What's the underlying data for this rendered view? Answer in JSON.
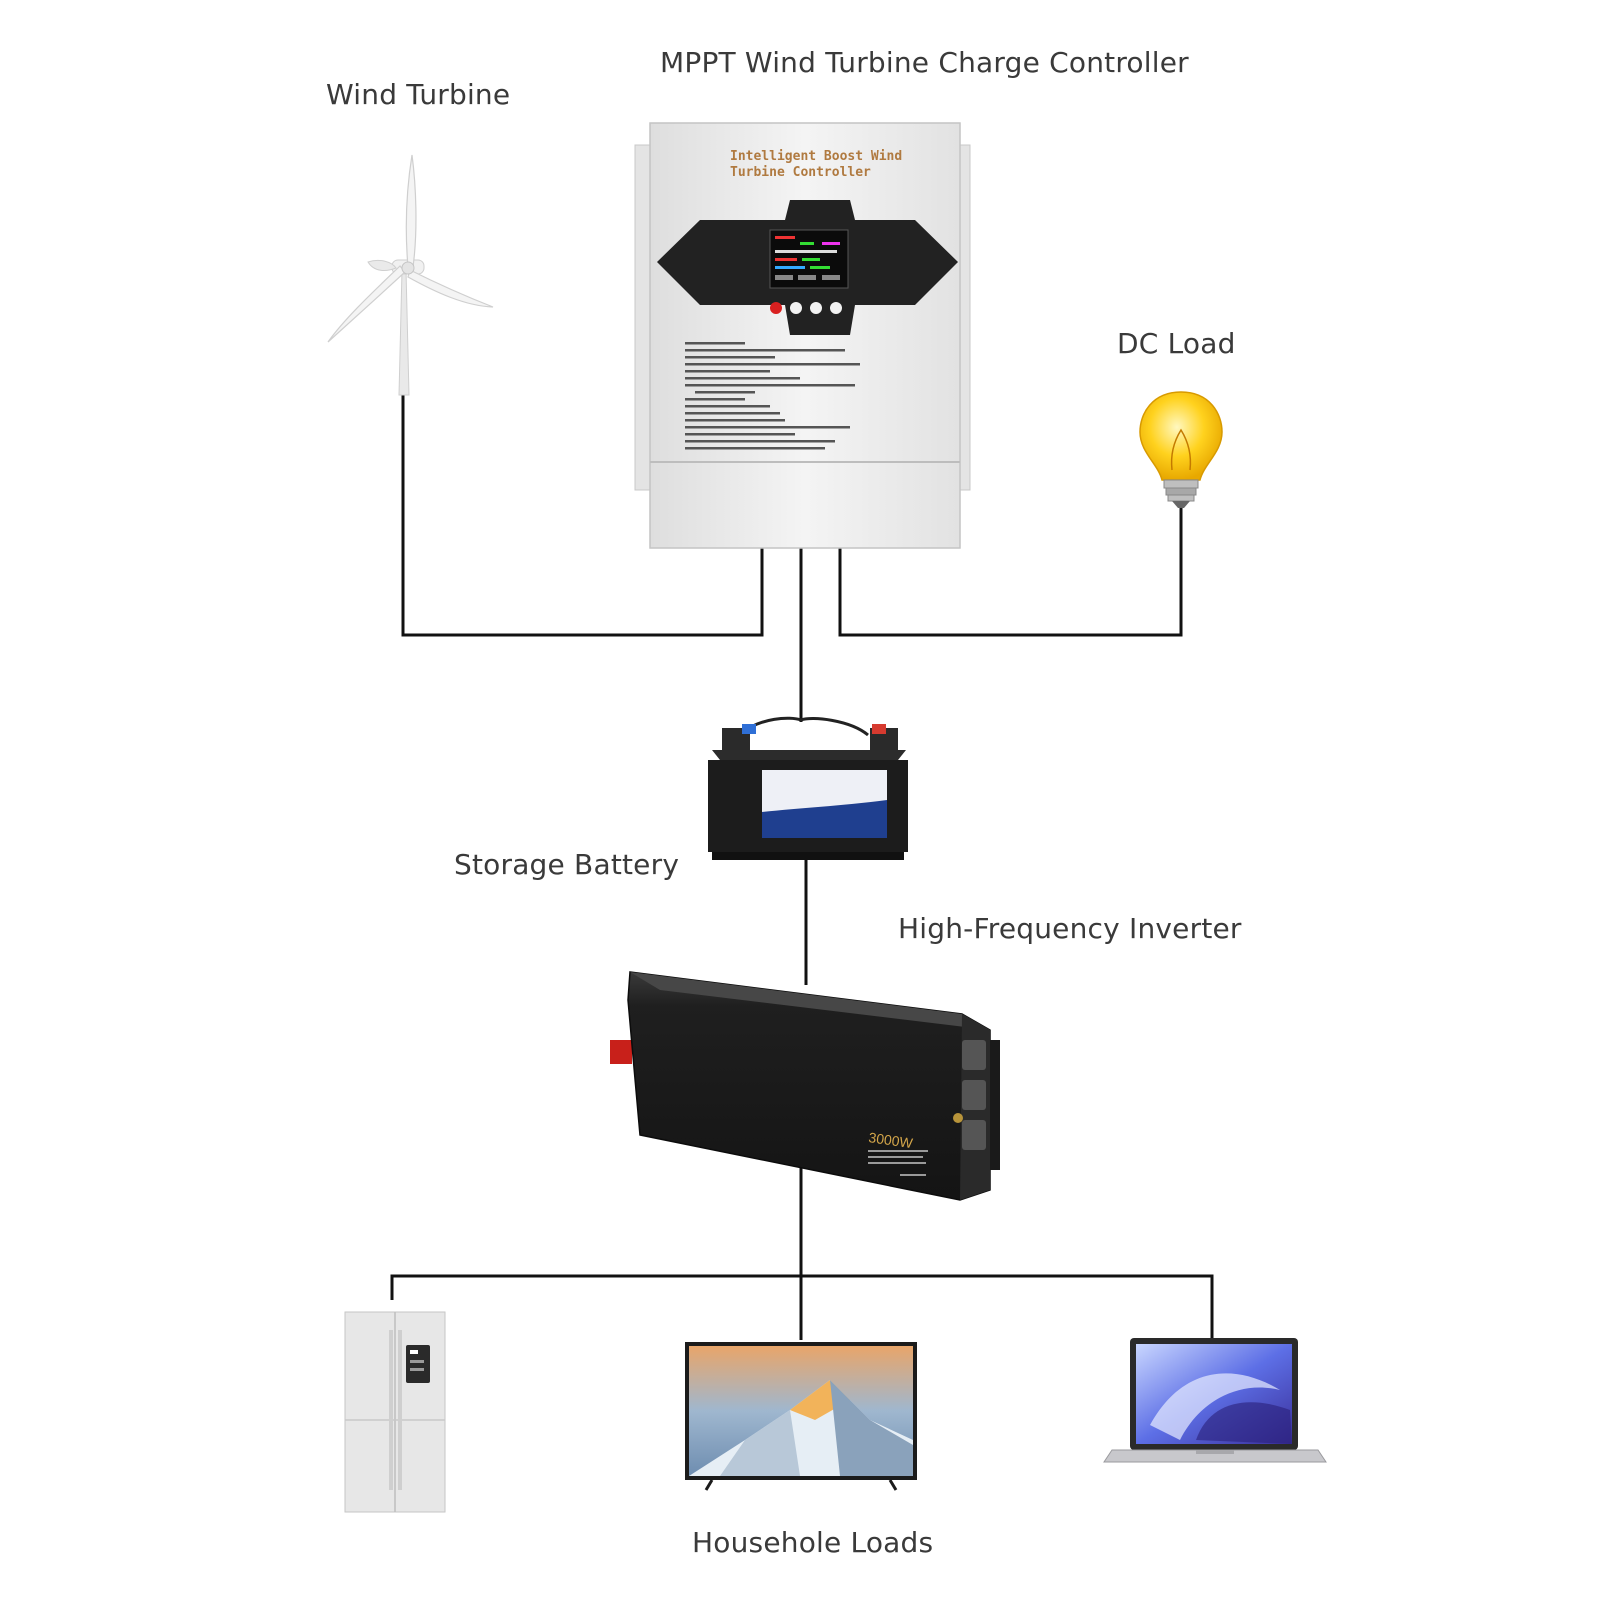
{
  "labels": {
    "controller": "MPPT Wind Turbine Charge Controller",
    "wind_turbine": "Wind Turbine",
    "dc_load": "DC Load",
    "battery": "Storage Battery",
    "inverter": "High-Frequency Inverter",
    "household": "Househole Loads"
  },
  "controller_face": {
    "line1": "Intelligent Boost Wind",
    "line2": "Turbine Controller"
  },
  "inverter_face": {
    "rating": "3000W"
  },
  "colors": {
    "wire": "#111111",
    "label": "#3a3a3a",
    "controller_body": "#ececec",
    "controller_title": "#b07a40",
    "panel": "#222222",
    "inverter_body": "#1e1e1e",
    "battery_body": "#1c1c1c",
    "battery_window": "#1f3f8f",
    "bulb": "#ffd21e"
  }
}
